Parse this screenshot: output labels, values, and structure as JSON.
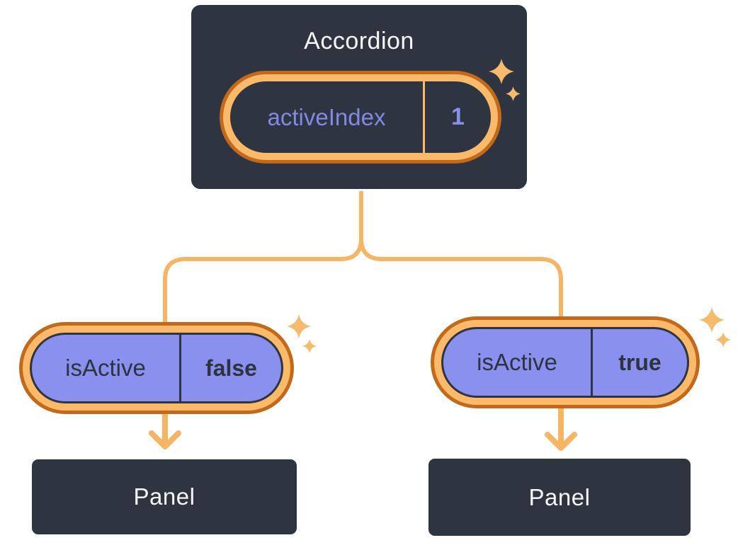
{
  "diagram": {
    "accordion": {
      "title": "Accordion",
      "state": {
        "label": "activeIndex",
        "value": "1"
      }
    },
    "children": [
      {
        "state": {
          "label": "isActive",
          "value": "false"
        },
        "panel_label": "Panel"
      },
      {
        "state": {
          "label": "isActive",
          "value": "true"
        },
        "panel_label": "Panel"
      }
    ],
    "icons": {
      "sparkle": "sparkle-icon"
    },
    "colors": {
      "background": "#ffffff",
      "box_fill": "#2E3440",
      "box_border": "#ffffff",
      "box_text": "#F6F7F9",
      "ring_outer_orange": "#C2691B",
      "ring_inner_orange": "#FBB96A",
      "connector_line": "#F6B565",
      "sparkle": "#F5BA6B",
      "purple_fill": "#8A90EE",
      "state_text_dark": "#2D3340",
      "top_state_label": "#8189E4",
      "top_state_value": "#8890EE"
    }
  }
}
